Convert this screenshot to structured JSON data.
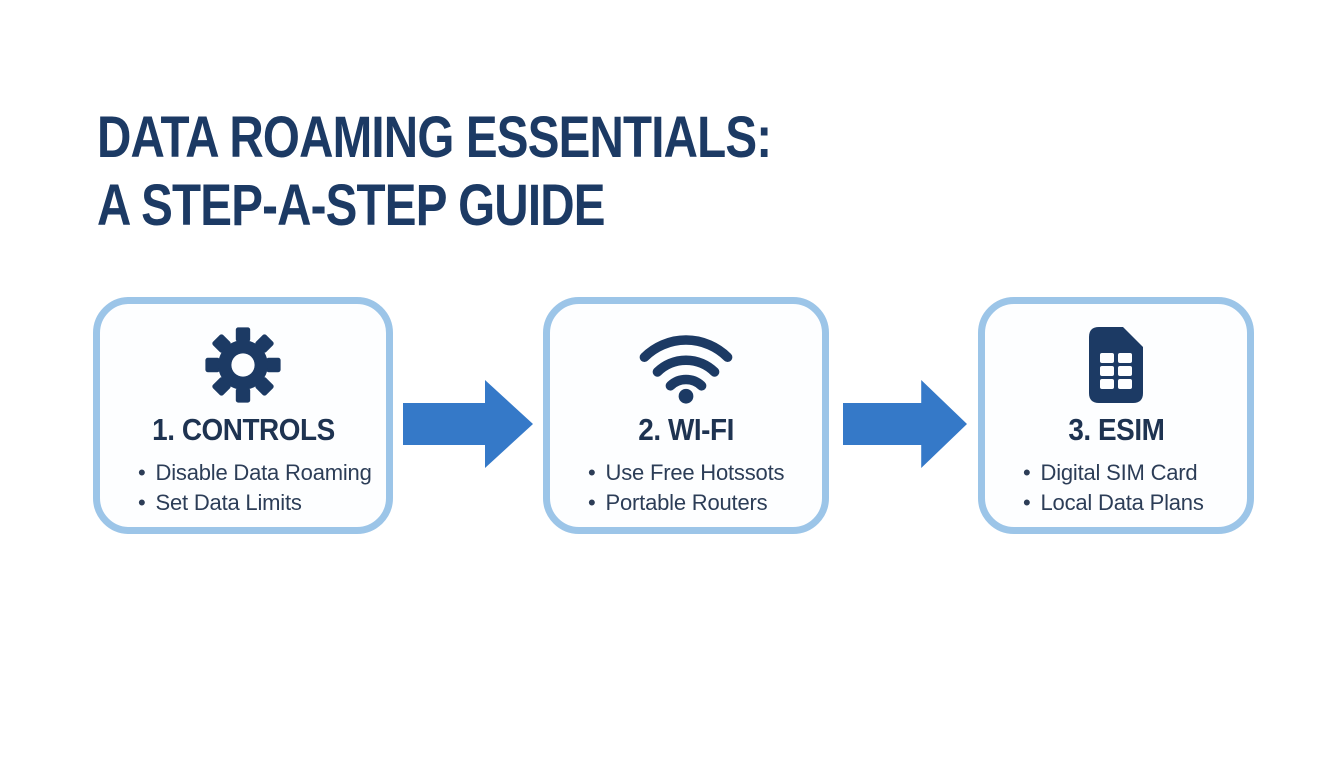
{
  "title": {
    "line1": "DATA ROAMING ESSENTIALS:",
    "line2": "A STEP-A-STEP GUIDE"
  },
  "bullet_char": "•",
  "steps": [
    {
      "icon": "gear-icon",
      "heading": "1. CONTROLS",
      "bullets": [
        "Disable Data Roaming",
        "Set Data Limits"
      ]
    },
    {
      "icon": "wifi-icon",
      "heading": "2. WI-FI",
      "bullets": [
        "Use Free Hotssots",
        "Portable Routers"
      ]
    },
    {
      "icon": "sim-card-icon",
      "heading": "3. ESIM",
      "bullets": [
        "Digital SIM Card",
        "Local Data Plans"
      ]
    }
  ],
  "colors": {
    "title_navy": "#1c3a64",
    "heading_navy": "#1e3351",
    "body_text": "#2c3d57",
    "icon_navy": "#1c3a64",
    "card_border": "#9cc5e8",
    "card_background": "#fdfeff",
    "arrow_blue": "#3579c8",
    "page_background": "#ffffff"
  }
}
